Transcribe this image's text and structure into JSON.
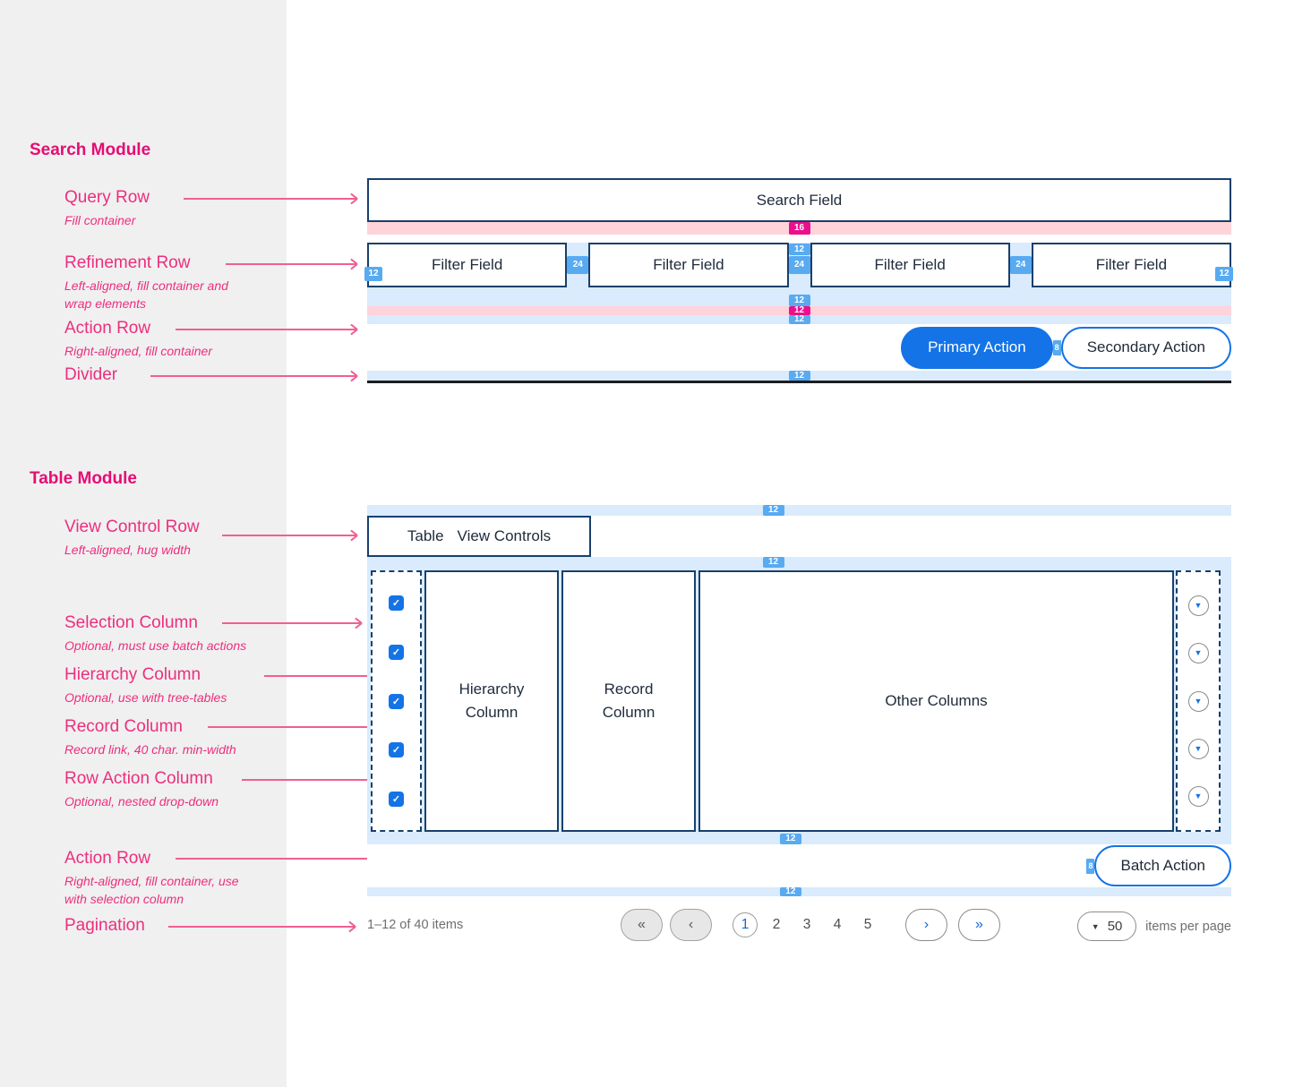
{
  "sidebar": {
    "search_module": {
      "title": "Search Module",
      "items": [
        {
          "label": "Query Row",
          "note": "Fill container"
        },
        {
          "label": "Refinement Row",
          "note": "Left-aligned, fill container and wrap elements"
        },
        {
          "label": "Action Row",
          "note": "Right-aligned, fill container"
        },
        {
          "label": "Divider",
          "note": ""
        }
      ]
    },
    "table_module": {
      "title": "Table Module",
      "items": [
        {
          "label": "View Control Row",
          "note": "Left-aligned, hug width"
        },
        {
          "label": "Selection Column",
          "note": "Optional, must use batch actions"
        },
        {
          "label": "Hierarchy Column",
          "note": "Optional, use with tree-tables"
        },
        {
          "label": "Record Column",
          "note": "Record link, 40 char. min-width"
        },
        {
          "label": "Row Action Column",
          "note": "Optional, nested drop-down"
        },
        {
          "label": "Action Row",
          "note": "Right-aligned, fill container, use with selection column"
        },
        {
          "label": "Pagination",
          "note": ""
        }
      ]
    }
  },
  "spacing": {
    "s16": "16",
    "s12": "12",
    "s24": "24",
    "s8": "8"
  },
  "search_module": {
    "search_field_label": "Search Field",
    "filter_field_label": "Filter Field",
    "primary_action": "Primary Action",
    "secondary_action": "Secondary Action"
  },
  "table_module": {
    "view_controls": {
      "table_label": "Table",
      "controls_label": "View Controls"
    },
    "columns": {
      "hierarchy": "Hierarchy Column",
      "record": "Record Column",
      "other": "Other Columns"
    },
    "batch_action": "Batch Action"
  },
  "pagination": {
    "summary": "1–12 of 40 items",
    "current_page": "1",
    "pages": [
      "2",
      "3",
      "4",
      "5"
    ],
    "page_size": "50",
    "items_per_page_label": "items per page"
  },
  "icons": {
    "checkbox_check": "✓",
    "row_action_caret": "▼",
    "select_caret": "▼",
    "first_page": "«",
    "prev_page": "‹",
    "next_page": "›",
    "last_page": "»"
  },
  "colors": {
    "accent_magenta": "#ea0f8c",
    "badge_blue": "#58aaf1",
    "primary_blue": "#1473e6",
    "border_navy": "#17406b",
    "band_blue": "#d9ebfc",
    "band_pink": "#ffd3da",
    "label_pink": "#ed2e7e"
  }
}
